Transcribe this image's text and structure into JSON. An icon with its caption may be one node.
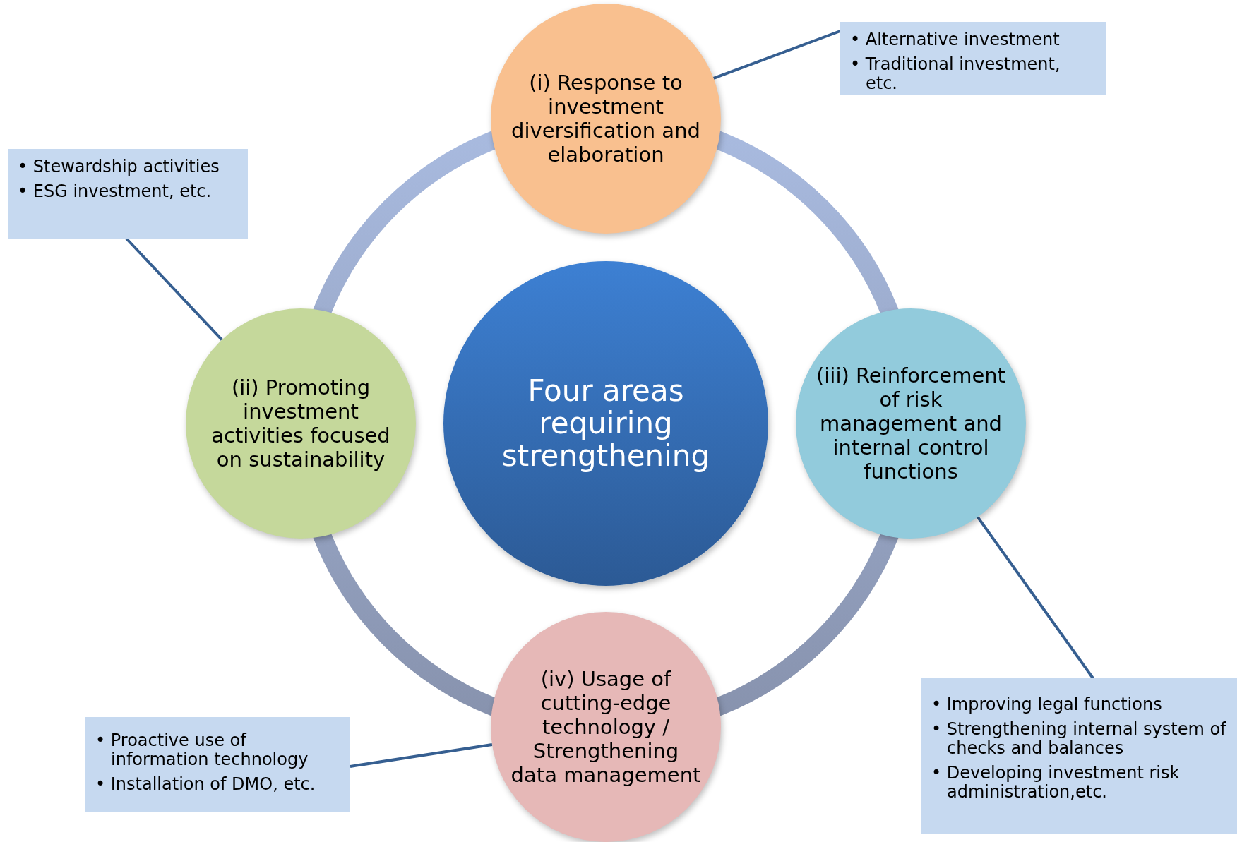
{
  "diagram": {
    "nodes": [
      {
        "text": [
          "Four areas requiring strengthening"
        ]
      },
      {
        "text": [
          "(i) Response to investment diversification and elaboration"
        ]
      },
      {
        "text": [
          "• Alternative investment",
          "• Traditional investment, etc."
        ]
      },
      {
        "text": [
          "(ii) Promoting investment activities focused on sustainability"
        ]
      },
      {
        "text": [
          "• Stewardship activities",
          "• ESG investment, etc."
        ]
      },
      {
        "text": [
          "(iii) Reinforcement of risk management and internal control functions"
        ]
      },
      {
        "text": [
          "• Improving legal functions",
          "• Strengthening internal system of checks and balances",
          "• Developing investment risk administration,etc."
        ]
      },
      {
        "text": [
          "(iv) Usage of cutting-edge technology / Strengthening data management"
        ]
      },
      {
        "text": [
          "• Proactive use of information technology",
          "• Installation of DMO, etc."
        ]
      }
    ],
    "edges": [
      {
        "from": 1,
        "to": 2,
        "arrow": "none"
      },
      {
        "from": 3,
        "to": 4,
        "arrow": "none"
      },
      {
        "from": 5,
        "to": 6,
        "arrow": "none"
      },
      {
        "from": 7,
        "to": 8,
        "arrow": "none"
      }
    ]
  }
}
